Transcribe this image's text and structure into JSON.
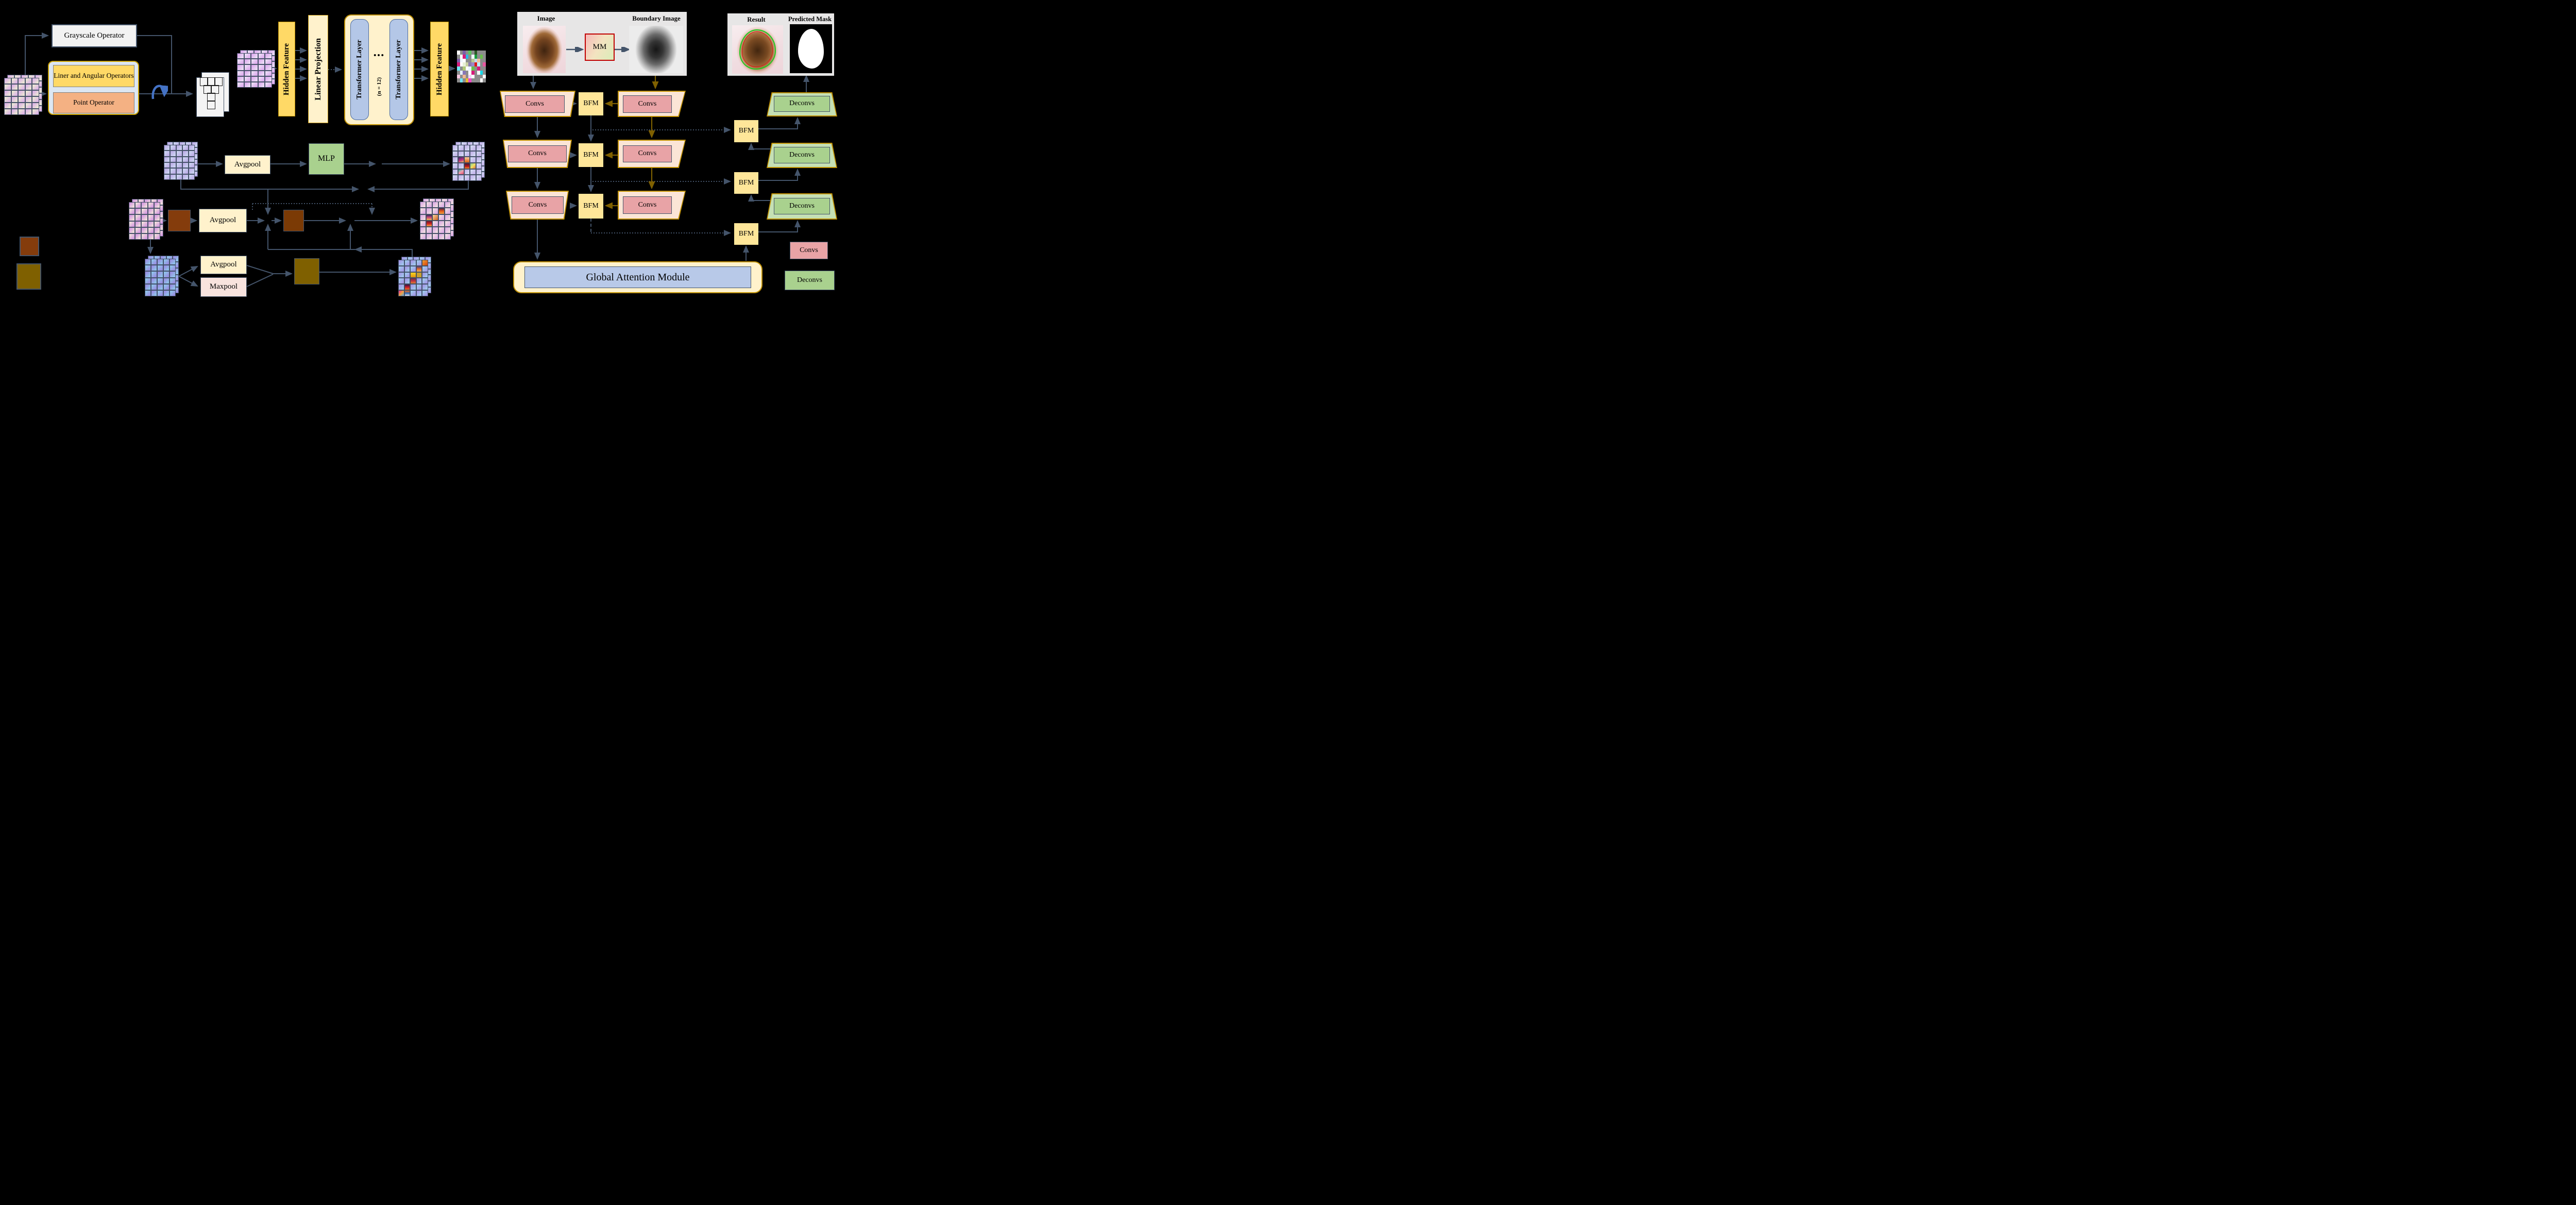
{
  "left_pipeline": {
    "grayscale": "Grayscale Operator",
    "liner_angular": "Liner and Angular Operators",
    "point": "Point Operator",
    "hidden_feature_in": "Hidden Feature",
    "linear_projection": "Linear Projection",
    "transformer_a": "Transformer Layer",
    "transformer_b": "Transformer Layer",
    "transformer_dots": "•••",
    "transformer_n": "(n = 12)",
    "hidden_feature_out": "Hidden Feature"
  },
  "attention_module": {
    "row_a": {
      "pool": "Avgpool",
      "mlp": "MLP"
    },
    "row_b": {
      "pool": "Avgpool"
    },
    "row_c": {
      "avg": "Avgpool",
      "max": "Maxpool"
    }
  },
  "boundary_branch": {
    "image_label": "Image",
    "mm": "MM",
    "boundary_label": "Boundary Image",
    "result_label": "Result",
    "mask_label": "Predicted Mask"
  },
  "encoder": {
    "rows": [
      {
        "left": "Convs",
        "bfm": "BFM",
        "right": "Convs"
      },
      {
        "left": "Convs",
        "bfm": "BFM",
        "right": "Convs"
      },
      {
        "left": "Convs",
        "bfm": "BFM",
        "right": "Convs"
      }
    ]
  },
  "decoder": {
    "bfms": [
      "BFM",
      "BFM",
      "BFM"
    ],
    "deconvs": [
      "Deconvs",
      "Deconvs",
      "Deconvs"
    ]
  },
  "gam": {
    "label": "Global Attention Module"
  },
  "legend": {
    "convs": "Convs",
    "deconvs": "Deconvs"
  },
  "palette": {
    "wire_slate": "#44546a",
    "wire_olive": "#7f6000",
    "bar_yellow": "#ffd966",
    "cream": "#fff2cc",
    "bfm_yellow": "#ffe699",
    "blue_bar": "#b4c7e7",
    "trap_peach": "#fbe5d6",
    "convs_pink": "#e8a3a6",
    "deconvs_green": "#a9d18e",
    "trap_green": "#c5e0b4",
    "gold_border": "#bf9000",
    "brown_square": "#843c0c",
    "olive_square": "#7f6000",
    "panel_gray": "#e7e6e6",
    "mm_border": "#c00000",
    "rotation_blue": "#4472c4"
  },
  "grids": {
    "input": {
      "cols": 5,
      "rows": 6,
      "c1": "#eef2d0",
      "c2": "#d9a7ea",
      "stacked": true
    },
    "patch": {
      "cols": 5,
      "rows": 6,
      "c1": "#f0e8f8",
      "c2": "#d9a0ec",
      "stacked": true
    },
    "grid_a": {
      "cols": 5,
      "rows": 6,
      "c1": "#cfdcf4",
      "c2": "#b9a4e4",
      "stacked": true
    },
    "out_a": {
      "cols": 5,
      "rows": 6,
      "c1": "#d5e0f5",
      "c2": "#c0abe8",
      "stacked": true,
      "special": {
        "3-2": "linear-gradient(160deg,#3a2a6a,#c03080 55%,#f0c060)",
        "3-3": "linear-gradient(180deg,#f8d0a0,#e06010)",
        "4-3": "linear-gradient(180deg,#401838,#c01818 60%,#f09030)",
        "4-4": "linear-gradient(135deg,#80c8a0,#f0e060,#e07040)",
        "5-2": "linear-gradient(150deg,#30b0a0,#f0a0b0,#e04868)"
      }
    },
    "grid_b": {
      "cols": 5,
      "rows": 6,
      "c1": "#f6ecd9",
      "c2": "#cf8ce2",
      "stacked": true
    },
    "out_b": {
      "cols": 5,
      "rows": 6,
      "c1": "#f4e6e0",
      "c2": "#d8a2e6",
      "stacked": true,
      "special": {
        "2-4": "linear-gradient(180deg,#402050,#e05818,#f0a040)",
        "3-2": "linear-gradient(180deg,#302a60,#d04878,#f0c050)",
        "3-3": "linear-gradient(135deg,#f8d8a0,#d06020)",
        "4-2": "linear-gradient(180deg,#681830,#d02020,#f0a040)"
      }
    },
    "grid_c": {
      "cols": 5,
      "rows": 6,
      "c1": "#8ecfec",
      "c2": "#9b82e0",
      "stacked": true
    },
    "out_c": {
      "cols": 5,
      "rows": 6,
      "c1": "#9ed4ee",
      "c2": "#a48ce4",
      "stacked": true,
      "special": {
        "1-5": "linear-gradient(135deg,#f0a030,#d04010)",
        "2-4": "linear-gradient(180deg,#504080,#e06828,#f0b860)",
        "3-3": "linear-gradient(180deg,#f8d820,#e09010)",
        "3-4": "#c8a030",
        "4-3": "linear-gradient(180deg,#603050,#c03040,#e08030)",
        "5-2": "linear-gradient(180deg,#281848,#c01830,#f07020)",
        "6-1": "linear-gradient(135deg,#e82898,#f0a040,#58a8e8)",
        "6-2": "linear-gradient(180deg,#f06818,#2868b8,#e8e8f0)"
      }
    },
    "noise": {
      "cols": 10,
      "rows": 8,
      "colors": [
        "#ffffff",
        "#8c8c8c",
        "#7b5ea7",
        "#8c8c8c",
        "#5ec45e",
        "#8c8c8c",
        "#2d5a27",
        "#8c8c8c",
        "#8c8c8c",
        "#8c8c8c",
        "#8c8c8c",
        "#ffffff",
        "#d61c7b",
        "#29b8e8",
        "#8c8c8c",
        "#eef8ff",
        "#1a9e3c",
        "#8c8c8c",
        "#6abf4b",
        "#8c8c8c",
        "#7b5ea7",
        "#eef6ff",
        "#ffffff",
        "#8c8c8c",
        "#8c8c8c",
        "#b8c890",
        "#c0d8f0",
        "#f0c09a",
        "#8c8c8c",
        "#8c8c8c",
        "#d61c7b",
        "#ffffff",
        "#e8f0d8",
        "#c8d0a0",
        "#8a7ab0",
        "#9a88c8",
        "#e01818",
        "#b8e8f8",
        "#8c8c8c",
        "#e858a0",
        "#70e8f8",
        "#8c8c8c",
        "#b0c878",
        "#ffffff",
        "#e8f4ff",
        "#6abf4b",
        "#8c8c8c",
        "#d61c7b",
        "#8c8c8c",
        "#8c8c8c",
        "#8c8c8c",
        "#e8f0ff",
        "#8878b8",
        "#8c8c8c",
        "#ffffff",
        "#d61c7b",
        "#8c8c8c",
        "#f8fcff",
        "#18d8e8",
        "#8c8c8c",
        "#f8c8e0",
        "#8c8c8c",
        "#f0b890",
        "#8c8c8c",
        "#f0d8f8",
        "#fcfcff",
        "#8c8c8c",
        "#8c8c8c",
        "#8c8c8c",
        "#ffffff",
        "#8c8c8c",
        "#70e8f8",
        "#8c8c8c",
        "#e8b830",
        "#f048c8",
        "#8c8c8c",
        "#8c8c8c",
        "#8c8c8c",
        "#ffffff",
        "#8c8c8c"
      ]
    }
  }
}
